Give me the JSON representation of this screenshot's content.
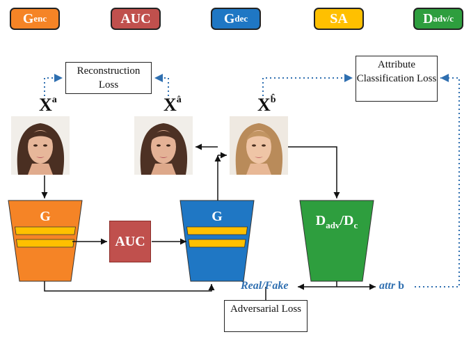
{
  "legend": [
    {
      "main": "G",
      "sub": "enc",
      "color": "#f58426"
    },
    {
      "main": "AUC",
      "sub": "",
      "color": "#c0504d"
    },
    {
      "main": "G",
      "sub": "dec",
      "color": "#1f77c4"
    },
    {
      "main": "SA",
      "sub": "",
      "color": "#ffc000"
    },
    {
      "main": "D",
      "sub": "adv/c",
      "color": "#2e9e3e"
    }
  ],
  "boxes": {
    "reconstruction": "Reconstruction Loss",
    "attribute": "Attribute Classification Loss",
    "adversarial": "Adversarial Loss"
  },
  "images": {
    "xa": {
      "main": "X",
      "sup": "a"
    },
    "xa_hat": {
      "main": "X",
      "sup": "â"
    },
    "xb_hat": {
      "main": "X",
      "sup": "b̂"
    }
  },
  "blocks": {
    "encoder": "G",
    "auc": "AUC",
    "decoder": "G",
    "discriminator_main1": "D",
    "discriminator_sub1": "adv",
    "discriminator_main2": "/D",
    "discriminator_sub2": "c"
  },
  "outputs": {
    "real_fake": "Real/Fake",
    "attr": "attr",
    "attr_b": "b"
  }
}
